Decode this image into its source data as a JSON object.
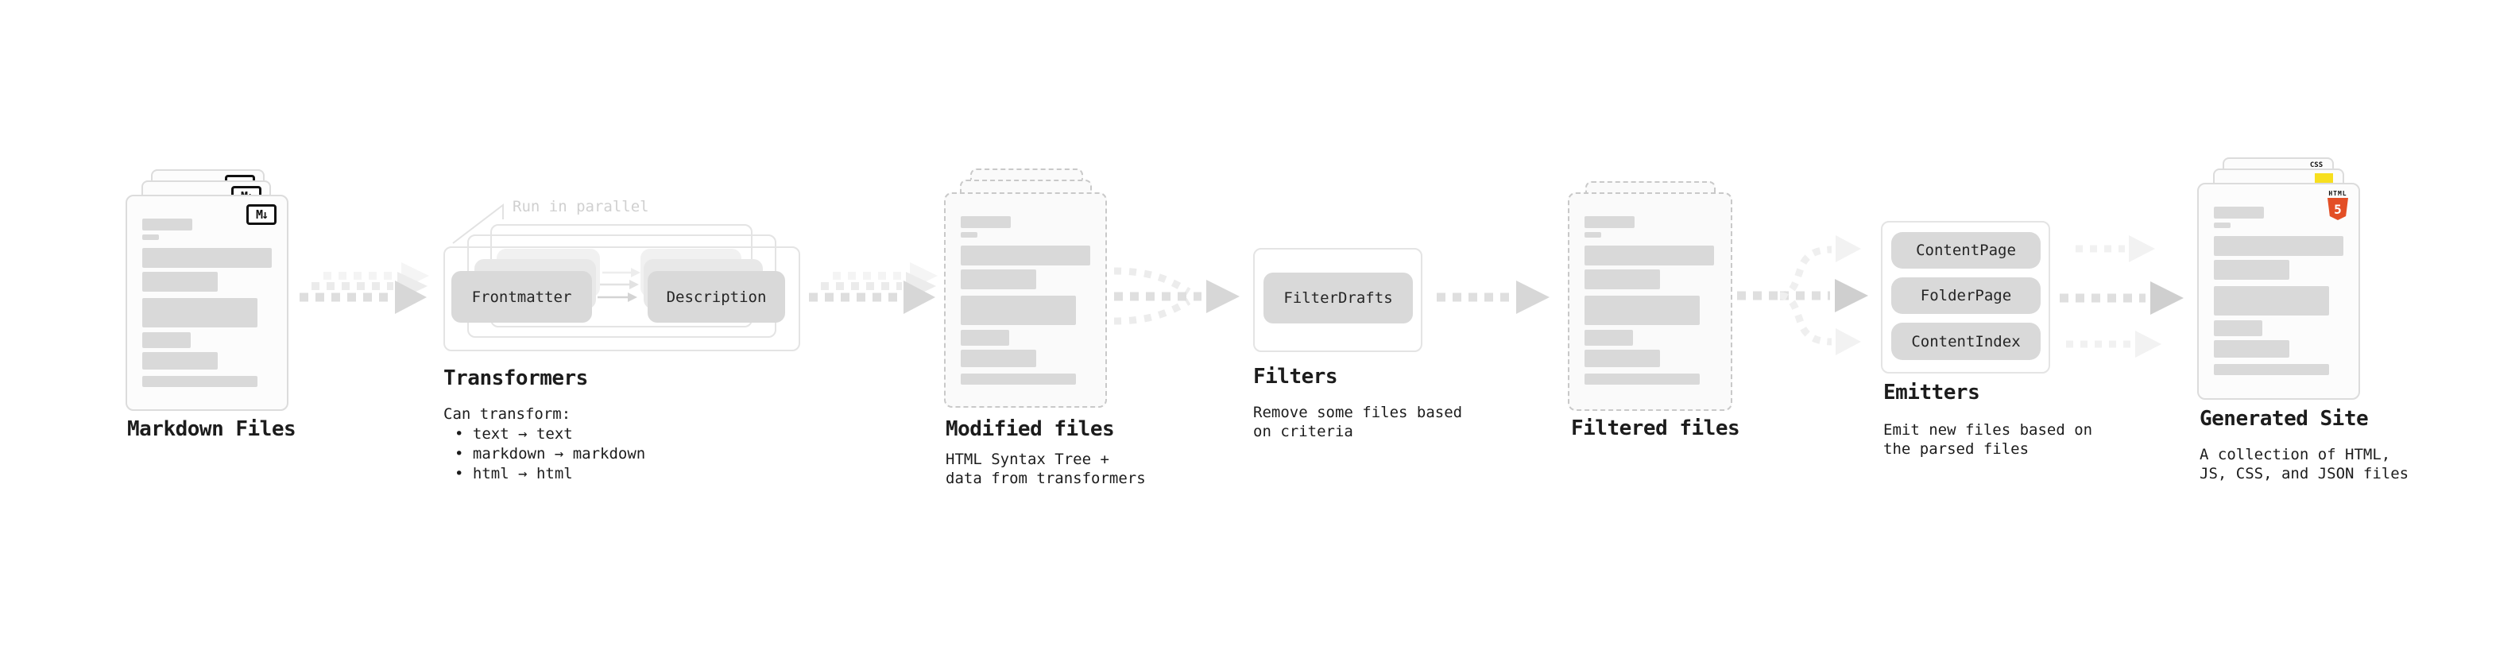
{
  "colors": {
    "text_dark": "#1c1c1c",
    "card_border": "#dcdcdc",
    "dashed_border": "#c9c9c9",
    "frame_border": "#e4e4e4",
    "bar": "#d9d9d9",
    "pill_bg": "#d9d9d9",
    "muted_note": "#d0d0d0",
    "arrow_main": "#dedede",
    "arrow_ghost": "#f0f0f0",
    "html5_orange": "#e34f26",
    "js_yellow": "#f7df1e",
    "css_blue": "#2965f1"
  },
  "doc_bars": [
    {
      "w": 63,
      "h": 15,
      "mb": 5
    },
    {
      "w": 21,
      "h": 7,
      "mb": 10
    },
    {
      "w": 163,
      "h": 25,
      "mb": 5
    },
    {
      "w": 95,
      "h": 25,
      "mb": 8
    },
    {
      "w": 145,
      "h": 37,
      "mb": 6
    },
    {
      "w": 61,
      "h": 20,
      "mb": 5
    },
    {
      "w": 95,
      "h": 22,
      "mb": 8
    },
    {
      "w": 145,
      "h": 14,
      "mb": 0
    }
  ],
  "markdown_files": {
    "label": "Markdown Files",
    "badge": "M↓"
  },
  "transformers": {
    "title": "Transformers",
    "parallel_note": "Run in parallel",
    "pill_left": "Frontmatter",
    "pill_right": "Description",
    "caption_heading": "Can transform:",
    "bullets": [
      "• text → text",
      "• markdown → markdown",
      "• html → html"
    ]
  },
  "modified_files": {
    "label": "Modified files",
    "caption": [
      "HTML Syntax Tree +",
      "data from transformers"
    ]
  },
  "filters": {
    "title": "Filters",
    "pill": "FilterDrafts",
    "caption": [
      "Remove some files based",
      "on criteria"
    ]
  },
  "filtered_files": {
    "label": "Filtered files"
  },
  "emitters": {
    "title": "Emitters",
    "pills": [
      "ContentPage",
      "FolderPage",
      "ContentIndex"
    ],
    "caption": [
      "Emit new files based on",
      "the parsed files"
    ]
  },
  "generated_site": {
    "label": "Generated Site",
    "caption": [
      "A collection of HTML,",
      "JS, CSS, and JSON files"
    ],
    "badges": {
      "html_word": "HTML",
      "html_number": "5",
      "css_word": "CSS"
    }
  }
}
